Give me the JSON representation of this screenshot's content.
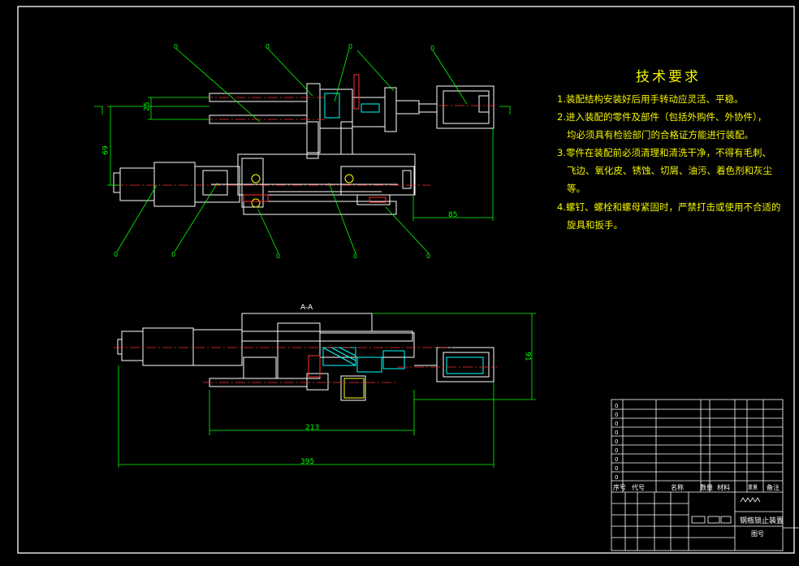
{
  "technical_requirements": {
    "title": "技术要求",
    "items": [
      "1.装配结构安装好后用手转动应灵活、平稳。",
      "2.进入装配的零件及部件（包括外购件、外协件），",
      "均必须具有检验部门的合格证方能进行装配。",
      "3.零件在装配前必须清理和清洗干净，不得有毛刺、",
      "飞边、氧化皮、锈蚀、切屑、油污、着色剂和灰尘",
      "等。",
      "4.螺钉、螺栓和螺母紧固时，严禁打击或使用不合适的",
      "旋具和扳手。"
    ]
  },
  "dimensions": {
    "d25": "25",
    "d69": "69",
    "d85": "85",
    "d91": "91",
    "d213": "213",
    "d395": "395"
  },
  "section_label": "A-A",
  "title_block": {
    "col_seq": "序号",
    "col_code": "代号",
    "col_name": "名称",
    "col_qty": "数量",
    "col_material": "材料",
    "col_weight": "重量",
    "col_note": "备注",
    "drawing_title": "钢瓶锁止装置",
    "sheet_label": "图号"
  },
  "colors": {
    "background": "#000000",
    "frame": "#ffffff",
    "part_lines": "#ffffff",
    "leaders": "#00ff00",
    "centerlines": "#ff3030",
    "text": "#f5f500",
    "accent": "#00ffff"
  }
}
